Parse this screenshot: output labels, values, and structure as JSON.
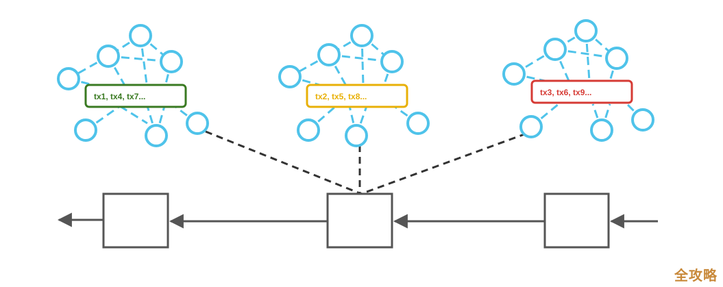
{
  "colors": {
    "node": "#4fc3ea",
    "edge": "#4fc3ea",
    "block": "#555555",
    "arrow": "#555555",
    "dash": "#333333"
  },
  "shards": [
    {
      "label": "tx1, tx4, tx7...",
      "color": "#3a7a22"
    },
    {
      "label": "tx2, tx5, tx8...",
      "color": "#e8b007"
    },
    {
      "label": "tx3, tx6, tx9...",
      "color": "#d63b35"
    }
  ],
  "chain": {
    "blocks": 3,
    "direction": "right-to-left"
  },
  "watermark": "全攻略"
}
